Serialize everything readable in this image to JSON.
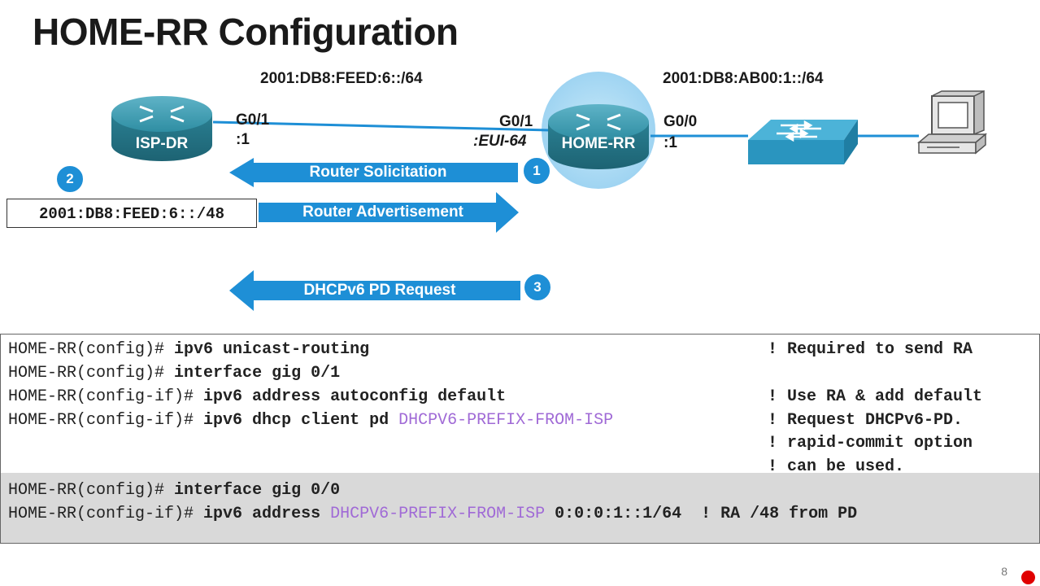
{
  "title": "HOME-RR Configuration",
  "networks": {
    "wan_prefix": "2001:DB8:FEED:6::/64",
    "lan_prefix": "2001:DB8:AB00:1::/64"
  },
  "devices": {
    "isp_router": "ISP-DR",
    "home_router": "HOME-RR"
  },
  "interfaces": {
    "isp_g01_name": "G0/1",
    "isp_g01_addr": ":1",
    "home_g01_name": "G0/1",
    "home_g01_addr": ":EUI-64",
    "home_g00_name": "G0/0",
    "home_g00_addr": ":1"
  },
  "messages": {
    "rs": {
      "label": "Router Solicitation",
      "step": "1"
    },
    "ra": {
      "label": "Router Advertisement"
    },
    "pd": {
      "label": "DHCPv6 PD Request",
      "step": "3"
    },
    "prefix_step": "2",
    "delegated_prefix": "2001:DB8:FEED:6::/48"
  },
  "config": {
    "lines": [
      {
        "prompt": "HOME-RR(config)# ",
        "cmd": "ipv6 unicast-routing",
        "var": "",
        "rest": "",
        "comment": "! Required to send RA"
      },
      {
        "prompt": "HOME-RR(config)# ",
        "cmd": "interface gig 0/1",
        "var": "",
        "rest": "",
        "comment": ""
      },
      {
        "prompt": "HOME-RR(config-if)# ",
        "cmd": "ipv6 address autoconfig default",
        "var": "",
        "rest": "",
        "comment": "! Use RA & add default"
      },
      {
        "prompt": "HOME-RR(config-if)# ",
        "cmd": "ipv6 dhcp client pd ",
        "var": "DHCPV6-PREFIX-FROM-ISP",
        "rest": "",
        "comment": "! Request DHCPv6-PD."
      },
      {
        "prompt": "",
        "cmd": "",
        "var": "",
        "rest": "",
        "comment": "! rapid-commit option"
      },
      {
        "prompt": "",
        "cmd": "",
        "var": "",
        "rest": "",
        "comment": "! can be used."
      },
      {
        "prompt": "HOME-RR(config)# ",
        "cmd": "interface gig 0/0",
        "var": "",
        "rest": "",
        "comment": ""
      },
      {
        "prompt": "HOME-RR(config-if)# ",
        "cmd": "ipv6 address ",
        "var": "DHCPV6-PREFIX-FROM-ISP",
        "rest": " 0:0:0:1::1/64  ! RA /48 from PD",
        "comment": ""
      }
    ]
  },
  "page_number": "8",
  "colors": {
    "accent_blue": "#1e8fd6",
    "router_teal": "#2f8ea3",
    "highlight_purple": "#a06ad6",
    "record_red": "#e00000"
  }
}
